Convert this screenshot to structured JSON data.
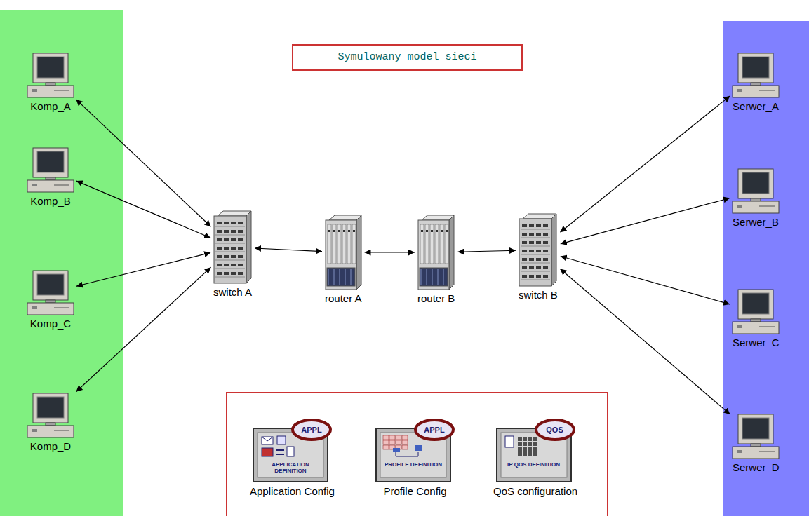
{
  "diagram": {
    "title": "Symulowany model sieci",
    "nodes": [
      {
        "text": [
          "Komp_A"
        ]
      },
      {
        "text": [
          "Komp_B"
        ]
      },
      {
        "text": [
          "Komp_C"
        ]
      },
      {
        "text": [
          "Komp_D"
        ]
      },
      {
        "text": [
          "switch A"
        ]
      },
      {
        "text": [
          "router A"
        ]
      },
      {
        "text": [
          "router B"
        ]
      },
      {
        "text": [
          "switch B"
        ]
      },
      {
        "text": [
          "Serwer_A"
        ]
      },
      {
        "text": [
          "Serwer_B"
        ]
      },
      {
        "text": [
          "Serwer_C"
        ]
      },
      {
        "text": [
          "Serwer_D"
        ]
      },
      {
        "text": [
          "APPL",
          "APPLICATION DEFINITION",
          "Application Config"
        ]
      },
      {
        "text": [
          "APPL",
          "PROFILE DEFINITION",
          "Profile Config"
        ]
      },
      {
        "text": [
          "QOS",
          "IP QOS DEFINITION",
          "QoS configuration"
        ]
      }
    ],
    "edges": [
      {
        "from": 0,
        "to": 4,
        "arrow": "both"
      },
      {
        "from": 1,
        "to": 4,
        "arrow": "both"
      },
      {
        "from": 2,
        "to": 4,
        "arrow": "both"
      },
      {
        "from": 3,
        "to": 4,
        "arrow": "both"
      },
      {
        "from": 4,
        "to": 5,
        "arrow": "both"
      },
      {
        "from": 5,
        "to": 6,
        "arrow": "both"
      },
      {
        "from": 6,
        "to": 7,
        "arrow": "both"
      },
      {
        "from": 7,
        "to": 8,
        "arrow": "both"
      },
      {
        "from": 7,
        "to": 9,
        "arrow": "both"
      },
      {
        "from": 7,
        "to": 10,
        "arrow": "both"
      },
      {
        "from": 7,
        "to": 11,
        "arrow": "both"
      }
    ]
  }
}
